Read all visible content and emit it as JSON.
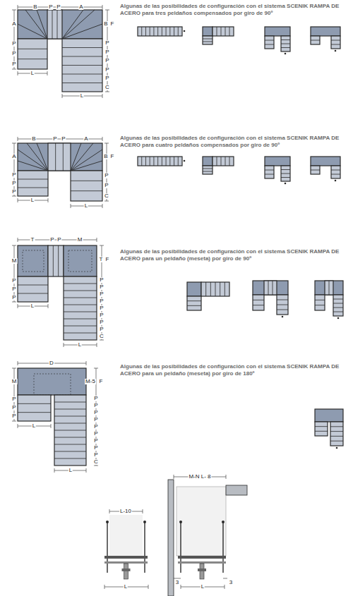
{
  "diagram": {
    "labels": [
      "Algunas de las posibilidades de configuración con el sistema SCENIK RAMPA DE ACERO para tres peldaños compensados por giro de 90º",
      "B",
      "P",
      "P",
      "A",
      "A",
      "P",
      "P",
      "P",
      "L",
      "B",
      "F",
      "P",
      "P",
      "P",
      "P",
      "P",
      "C",
      "L",
      "Algunas de las posibilidades de configuración con el sistema SCENIK RAMPA DE ACERO para cuatro peldaños compensados por giro de 90º",
      "B",
      "P",
      "P",
      "A",
      "A",
      "P",
      "P",
      "P",
      "L",
      "B",
      "F",
      "P",
      "P",
      "C",
      "L",
      "Algunas de las posibilidades de configuración con el sistema SCENIK RAMPA DE ACERO para un peldaño (meseta) por giro de 90º",
      "T",
      "P",
      "P",
      "M",
      "M",
      "P",
      "P",
      "P",
      "L",
      "T",
      "F",
      "P",
      "P",
      "P",
      "P",
      "P",
      "P",
      "P",
      "P",
      "C",
      "L",
      "Algunas de las posibilidades de configuración con el sistema SCENIK RAMPA DE ACERO para un peldaño (meseta) por giro de 180º",
      "D",
      "M",
      "P",
      "P",
      "P",
      "L",
      "M-5",
      "F",
      "P",
      "P",
      "P",
      "P",
      "P",
      "P",
      "P",
      "P",
      "P",
      "C",
      "L",
      "L-10",
      "L",
      "M-N L- 8",
      "3",
      "3",
      "L"
    ]
  }
}
